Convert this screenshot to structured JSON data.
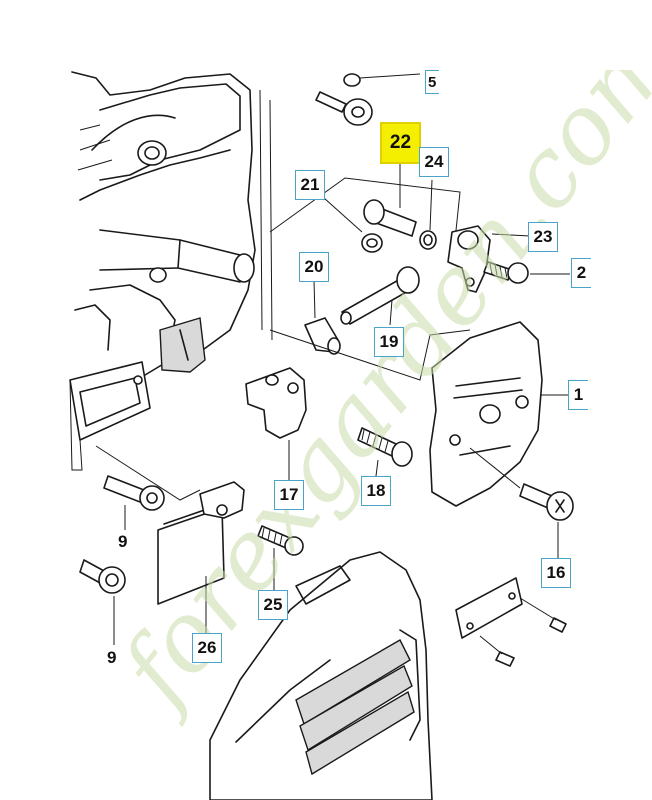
{
  "callouts": {
    "c5": "5",
    "c22": "22",
    "c24": "24",
    "c21": "21",
    "c23": "23",
    "c2": "2",
    "c20": "20",
    "c19": "19",
    "c1": "1",
    "c17": "17",
    "c18": "18",
    "c9a": "9",
    "c9b": "9",
    "c26": "26",
    "c25": "25",
    "c16": "16"
  },
  "highlighted_part": "22",
  "highlight_color": "#f4ee00",
  "callout_border_color": "#4aa3c8",
  "watermark_text": "forexgarden.com",
  "watermark_color": "#c9dca8"
}
